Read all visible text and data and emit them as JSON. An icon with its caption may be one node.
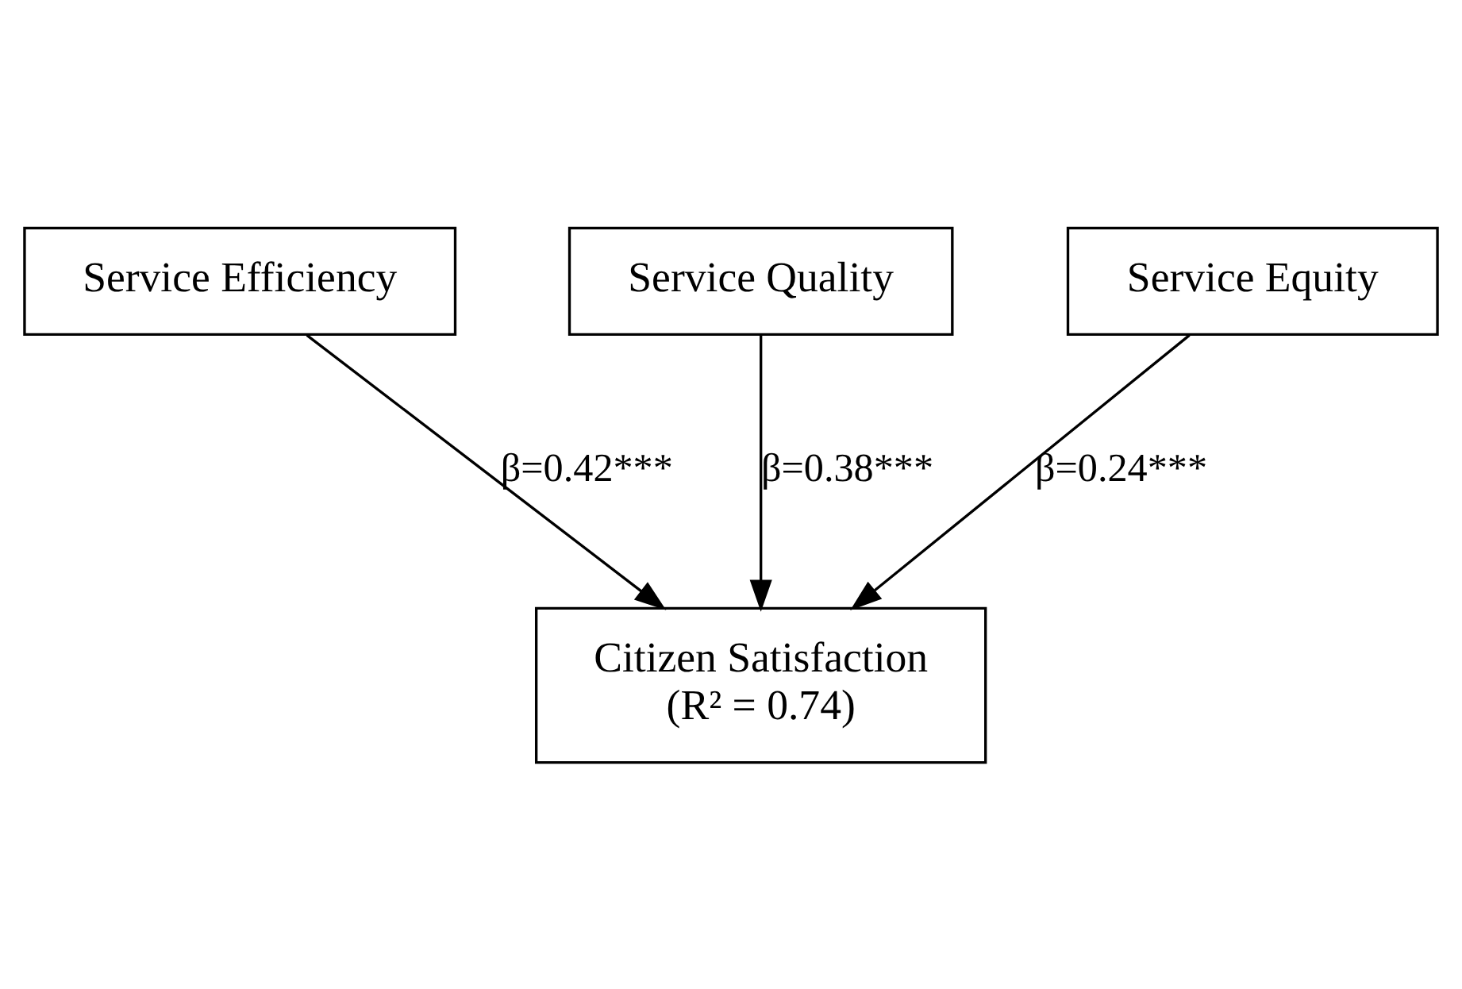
{
  "diagram": {
    "nodes": [
      {
        "text": [
          "Service Efficiency"
        ]
      },
      {
        "text": [
          "Service Quality"
        ]
      },
      {
        "text": [
          "Service Equity"
        ]
      },
      {
        "text": [
          "Citizen Satisfaction",
          "(R² = 0.74)"
        ]
      }
    ],
    "edges": [
      {
        "from": 0,
        "to": 3,
        "arrow": "to",
        "label": "β=0.42***"
      },
      {
        "from": 1,
        "to": 3,
        "arrow": "to",
        "label": "β=0.38***"
      },
      {
        "from": 2,
        "to": 3,
        "arrow": "to",
        "label": "β=0.24***"
      }
    ]
  }
}
